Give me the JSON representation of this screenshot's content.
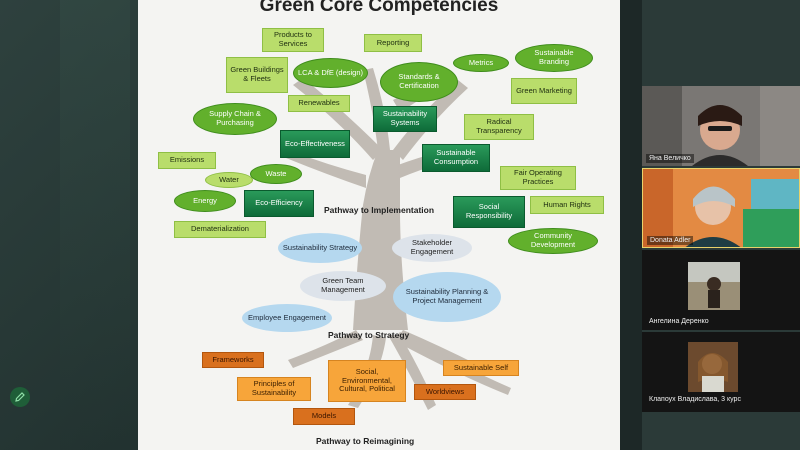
{
  "slide": {
    "title": "Green Core Competencies",
    "pathways": {
      "implementation": "Pathway to Implementation",
      "strategy": "Pathway to Strategy",
      "reimagining": "Pathway to Reimagining"
    },
    "canopy": [
      "Products to Services",
      "Green Buildings & Fleets",
      "LCA & DfE (design)",
      "Reporting",
      "Standards & Certification",
      "Metrics",
      "Sustainable Branding",
      "Green Marketing",
      "Renewables",
      "Supply Chain & Purchasing",
      "Sustainability Systems",
      "Radical Transparency",
      "Eco-Effectiveness",
      "Sustainable Consumption",
      "Emissions",
      "Water",
      "Waste",
      "Fair Operating Practices",
      "Energy",
      "Eco-Efficiency",
      "Social Responsibility",
      "Human Rights",
      "Dematerialization",
      "Community Development"
    ],
    "strategy": [
      "Sustainability Strategy",
      "Stakeholder Engagement",
      "Green Team Management",
      "Sustainability Planning & Project Management",
      "Employee Engagement"
    ],
    "roots": [
      "Frameworks",
      "Social, Environmental, Cultural, Political",
      "Sustainable Self",
      "Principles of Sustainability",
      "Worldviews",
      "Models"
    ]
  },
  "participants": [
    {
      "name": "Яна Величко"
    },
    {
      "name": "Donata Adler"
    },
    {
      "name": "Ангелина Деренко"
    },
    {
      "name": "Клапоух Владислава, 3 курс"
    }
  ],
  "colors": {
    "slide_bg": "#f4f4f2",
    "leaf_green": "#b9dd6b",
    "dark_green": "#0e6b39",
    "blue": "#b5d8ef",
    "orange": "#f7a53a"
  }
}
